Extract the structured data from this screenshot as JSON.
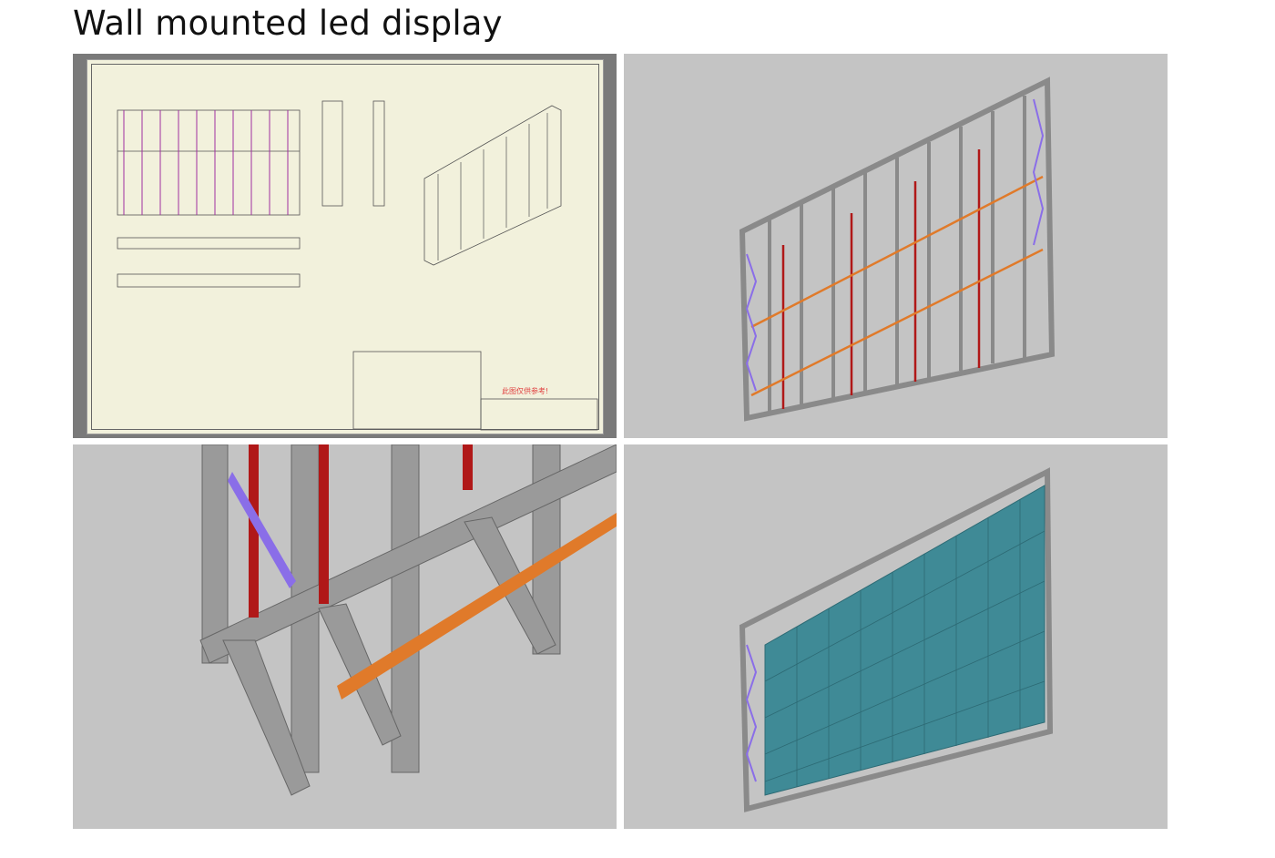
{
  "page": {
    "title": "Wall mounted led display"
  },
  "panels": [
    {
      "name": "technical-drawing",
      "note_text": "此图仅供参考!"
    },
    {
      "name": "isometric-frame"
    },
    {
      "name": "frame-detail-closeup"
    },
    {
      "name": "frame-with-led-panels"
    }
  ],
  "colors": {
    "steel": "#9a9a9a",
    "vertical_post": "#b01818",
    "horizontal_bar": "#e07a2a",
    "brace": "#8a6ee8",
    "led_panel": "#3f8a96",
    "background": "#c4c4c4"
  }
}
